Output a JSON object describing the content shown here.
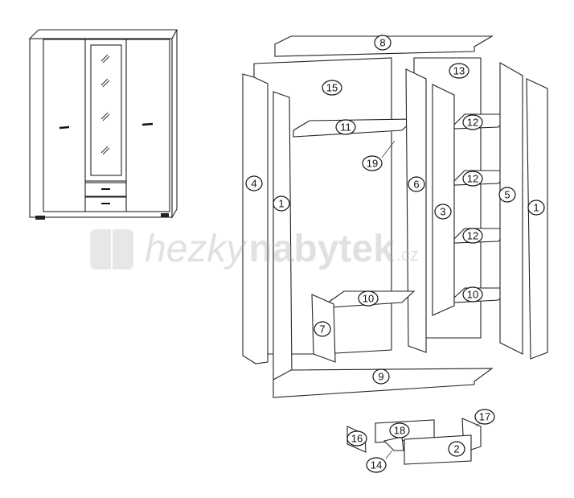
{
  "diagram": {
    "part_labels": [
      {
        "id": "8"
      },
      {
        "id": "15"
      },
      {
        "id": "13"
      },
      {
        "id": "11"
      },
      {
        "id": "12"
      },
      {
        "id": "12"
      },
      {
        "id": "12"
      },
      {
        "id": "10"
      },
      {
        "id": "19"
      },
      {
        "id": "4"
      },
      {
        "id": "1"
      },
      {
        "id": "6"
      },
      {
        "id": "3"
      },
      {
        "id": "5"
      },
      {
        "id": "1"
      },
      {
        "id": "10"
      },
      {
        "id": "7"
      },
      {
        "id": "9"
      },
      {
        "id": "18"
      },
      {
        "id": "16"
      },
      {
        "id": "17"
      },
      {
        "id": "2"
      },
      {
        "id": "14"
      }
    ],
    "watermark": {
      "part1": "hezky",
      "part2": "nabytek",
      "part3": ".cz"
    }
  }
}
